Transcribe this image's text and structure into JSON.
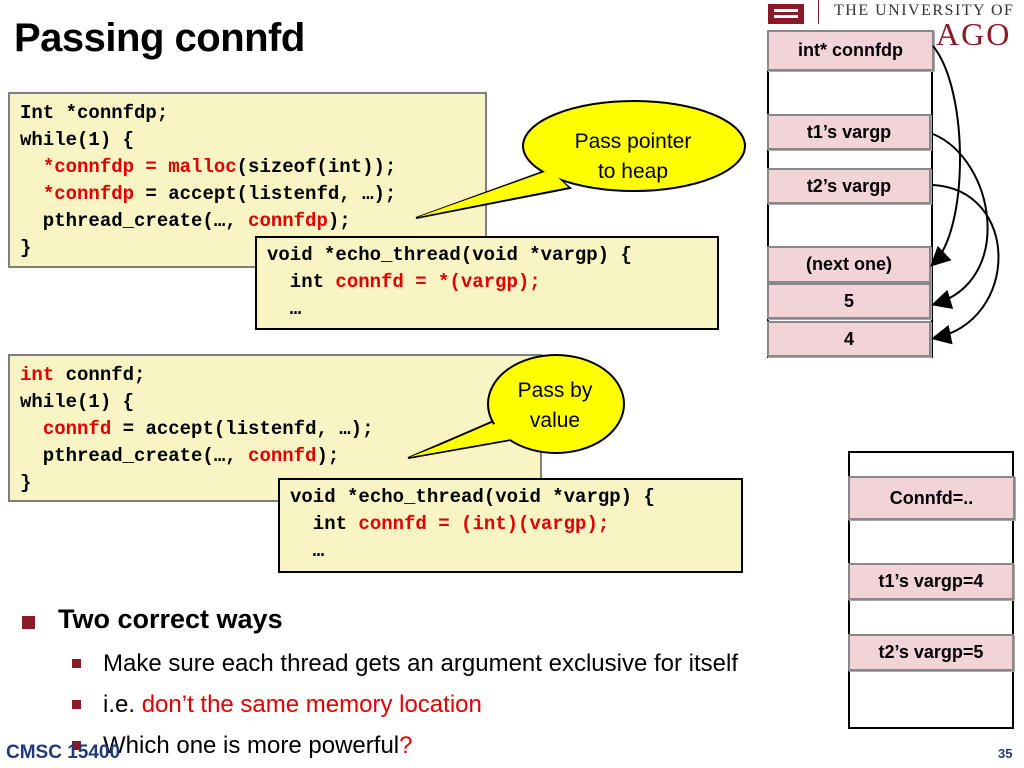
{
  "slide": {
    "title": "Passing connfd",
    "logo": {
      "line1": "THE UNIVERSITY OF",
      "line2": "AGO"
    },
    "code_top": {
      "lines": [
        [
          {
            "t": "Int *connfdp;",
            "c": "n"
          }
        ],
        [
          {
            "t": "while(1) {",
            "c": "n"
          }
        ],
        [
          {
            "t": "  ",
            "c": "n"
          },
          {
            "t": "*connfdp = malloc",
            "c": "r"
          },
          {
            "t": "(sizeof(int));",
            "c": "n"
          }
        ],
        [
          {
            "t": "  ",
            "c": "n"
          },
          {
            "t": "*connfdp",
            "c": "r"
          },
          {
            "t": " = accept(listenfd, …);",
            "c": "n"
          }
        ],
        [
          {
            "t": "  pthread_create(…, ",
            "c": "n"
          },
          {
            "t": "connfdp",
            "c": "r"
          },
          {
            "t": ");",
            "c": "n"
          }
        ],
        [
          {
            "t": "}",
            "c": "n"
          }
        ]
      ]
    },
    "code_top_thread": {
      "lines": [
        [
          {
            "t": "void *echo_thread(void *vargp) {",
            "c": "n"
          }
        ],
        [
          {
            "t": "  int ",
            "c": "n"
          },
          {
            "t": "connfd = *(vargp);",
            "c": "r"
          }
        ],
        [
          {
            "t": "  …",
            "c": "n"
          }
        ]
      ]
    },
    "callout_top": "Pass pointer\nto heap",
    "code_bottom": {
      "lines": [
        [
          {
            "t": "int",
            "c": "r"
          },
          {
            "t": " connfd;",
            "c": "n"
          }
        ],
        [
          {
            "t": "while(1) {",
            "c": "n"
          }
        ],
        [
          {
            "t": "  ",
            "c": "n"
          },
          {
            "t": "connfd",
            "c": "r"
          },
          {
            "t": " = accept(listenfd, …);",
            "c": "n"
          }
        ],
        [
          {
            "t": "  pthread_create(…, ",
            "c": "n"
          },
          {
            "t": "connfd",
            "c": "r"
          },
          {
            "t": ");",
            "c": "n"
          }
        ],
        [
          {
            "t": "}",
            "c": "n"
          }
        ]
      ]
    },
    "code_bottom_thread": {
      "lines": [
        [
          {
            "t": "void *echo_thread(void *vargp) {",
            "c": "n"
          }
        ],
        [
          {
            "t": "  int ",
            "c": "n"
          },
          {
            "t": "connfd = (int)(vargp);",
            "c": "r"
          }
        ],
        [
          {
            "t": "  …",
            "c": "n"
          }
        ]
      ]
    },
    "callout_bottom": "Pass by\nvalue",
    "stack_top": {
      "header": "int* connfdp",
      "t1": "t1’s vargp",
      "t2": "t2’s vargp",
      "heap": [
        "(next one)",
        "5",
        "4"
      ]
    },
    "stack_bottom": {
      "connfd": "Connfd=..",
      "t1": "t1’s vargp=4",
      "t2": "t2’s vargp=5"
    },
    "bullets": {
      "main": "Two correct ways",
      "sub1": "Make sure each thread gets an argument exclusive for itself",
      "sub2_prefix": "i.e. ",
      "sub2_red": "don’t the same memory location",
      "sub3_text": "Which one is more powerful",
      "sub3_q": "?"
    },
    "footer": {
      "course": "CMSC 15400",
      "page": "35"
    },
    "colors": {
      "accent": "#8a1a26",
      "code_red": "#e00000",
      "callout_yellow": "#ffff00",
      "cell_pink": "#f2d3d7",
      "code_bg": "#f8f4c4",
      "footer_blue": "#1f3a7a"
    }
  }
}
